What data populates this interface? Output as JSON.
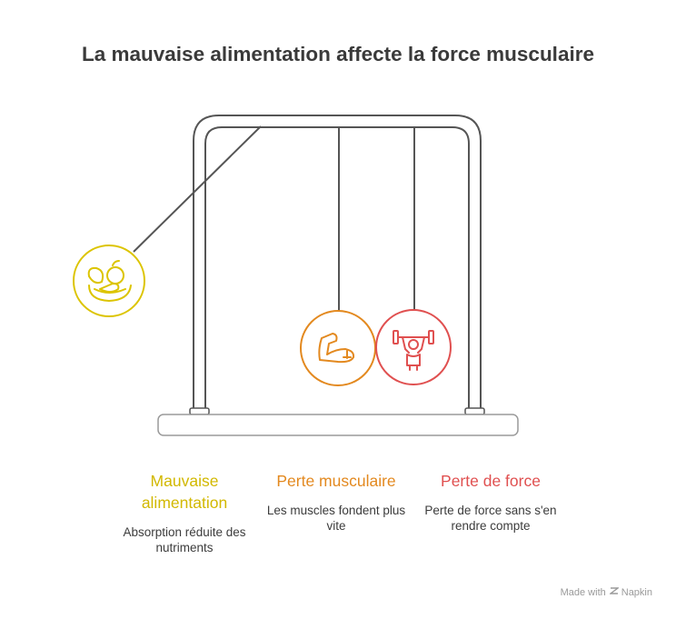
{
  "title": "La mauvaise alimentation affecte la force musculaire",
  "colors": {
    "frame": "#555555",
    "base_stroke": "#9a9a9a",
    "yellow": "#dcc400",
    "yellow_text": "#d2b800",
    "orange": "#e3891f",
    "red": "#e05050"
  },
  "steps": [
    {
      "heading": "Mauvaise alimentation",
      "description": "Absorption réduite des nutriments",
      "icon": "food-plate-icon"
    },
    {
      "heading": "Perte musculaire",
      "description": "Les muscles fondent plus vite",
      "icon": "flexed-arm-icon"
    },
    {
      "heading": "Perte de force",
      "description": "Perte de force sans s'en rendre compte",
      "icon": "weightlifter-icon"
    }
  ],
  "footer": {
    "made_with": "Made with",
    "brand": "Napkin"
  }
}
